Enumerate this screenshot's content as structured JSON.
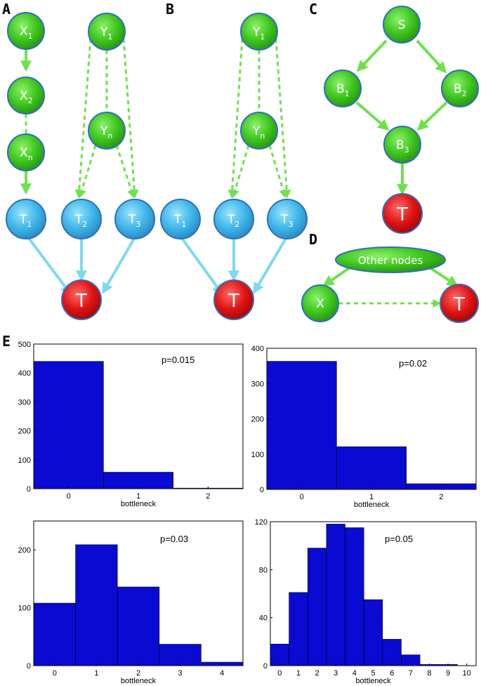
{
  "panels": {
    "A": "A",
    "B": "B",
    "C": "C",
    "D": "D",
    "E": "E"
  },
  "nodes": {
    "X1": {
      "base": "X",
      "sub": "1"
    },
    "X2": {
      "base": "X",
      "sub": "2"
    },
    "Xn": {
      "base": "X",
      "sub": "n"
    },
    "Y1": {
      "base": "Y",
      "sub": "1"
    },
    "Yn": {
      "base": "Y",
      "sub": "n"
    },
    "T1": {
      "base": "T",
      "sub": "1"
    },
    "T2": {
      "base": "T",
      "sub": "2"
    },
    "T3": {
      "base": "T",
      "sub": "3"
    },
    "T": "T",
    "S": "S",
    "B1": {
      "base": "B",
      "sub": "1"
    },
    "B2": {
      "base": "B",
      "sub": "2"
    },
    "B3": {
      "base": "B",
      "sub": "3"
    },
    "X": "X",
    "other": "Other nodes"
  },
  "colors": {
    "green": "#3ec61e",
    "blue": "#3fb6ea",
    "red": "#e01414",
    "green_edge": "#6ee24c",
    "blue_edge": "#7fd9ef",
    "bar": "#0a0ad2"
  },
  "chart_data": [
    {
      "type": "bar",
      "categories": [
        "0",
        "1",
        "2"
      ],
      "values": [
        440,
        57,
        2
      ],
      "ylim": [
        0,
        500
      ],
      "yticks": [
        0,
        100,
        200,
        300,
        400,
        500
      ],
      "xlabel": "bottleneck",
      "annotation": "p=0.015"
    },
    {
      "type": "bar",
      "categories": [
        "0",
        "1",
        "2"
      ],
      "values": [
        363,
        121,
        16
      ],
      "ylim": [
        0,
        400
      ],
      "yticks": [
        0,
        100,
        200,
        300,
        400
      ],
      "xlabel": "bottleneck",
      "annotation": "p=0.02"
    },
    {
      "type": "bar",
      "categories": [
        "0",
        "1",
        "2",
        "3",
        "4"
      ],
      "values": [
        108,
        209,
        136,
        37,
        6
      ],
      "ylim": [
        0,
        250
      ],
      "yticks": [
        0,
        100,
        200
      ],
      "xlabel": "bottleneck",
      "annotation": "p=0.03"
    },
    {
      "type": "bar",
      "categories": [
        "0",
        "1",
        "2",
        "3",
        "4",
        "5",
        "6",
        "7",
        "8",
        "9",
        "10"
      ],
      "values": [
        18,
        61,
        98,
        118,
        115,
        55,
        22,
        9,
        1,
        1,
        0
      ],
      "ylim": [
        0,
        120
      ],
      "yticks": [
        0,
        40,
        80,
        120
      ],
      "xlabel": "bottleneck",
      "annotation": "p=0.05"
    }
  ]
}
